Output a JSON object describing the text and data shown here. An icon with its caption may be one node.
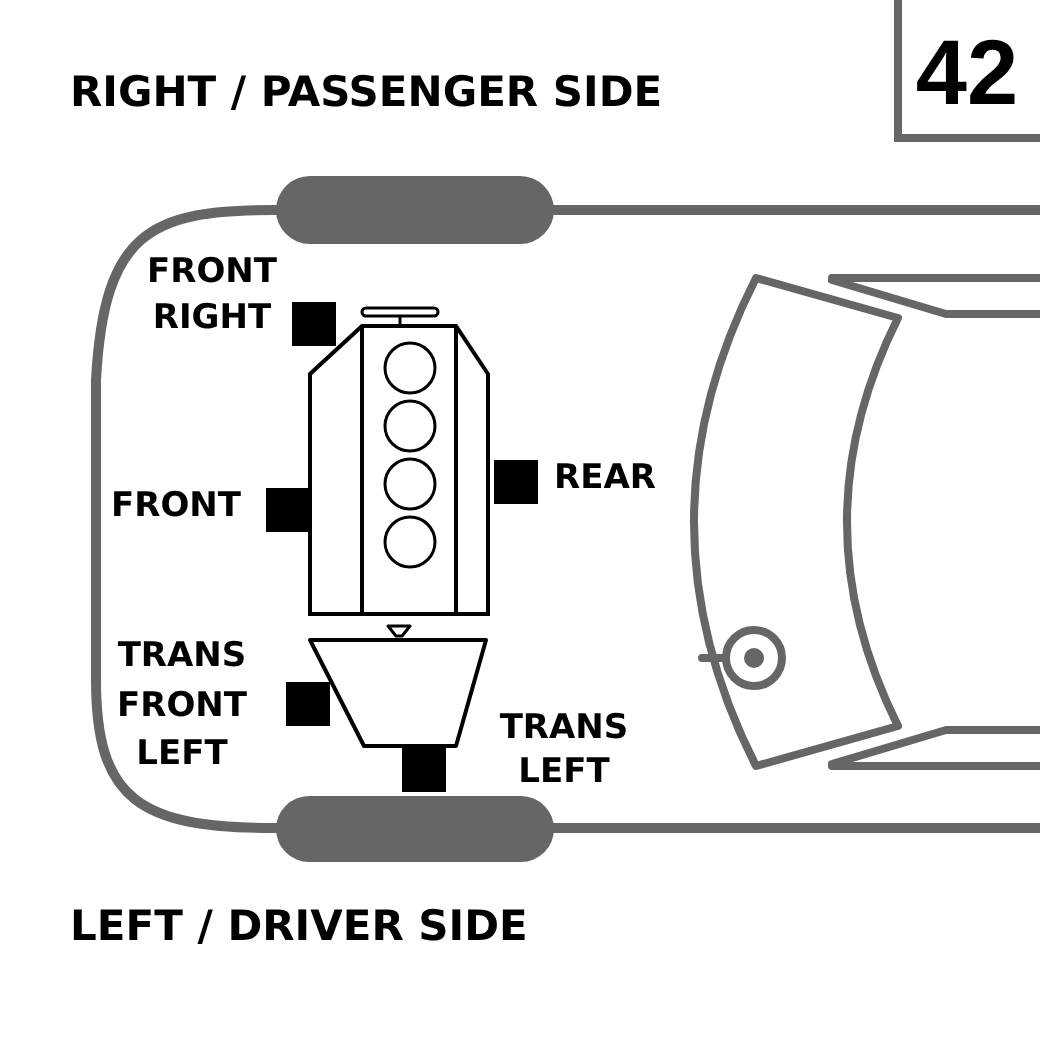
{
  "diagram": {
    "nodes": [
      {
        "text": [
          "42"
        ]
      }
    ],
    "labels": [
      "RIGHT / PASSENGER SIDE",
      "FRONT RIGHT",
      "REAR",
      "FRONT",
      "TRANS FRONT LEFT",
      "TRANS LEFT",
      "LEFT / DRIVER SIDE"
    ]
  }
}
